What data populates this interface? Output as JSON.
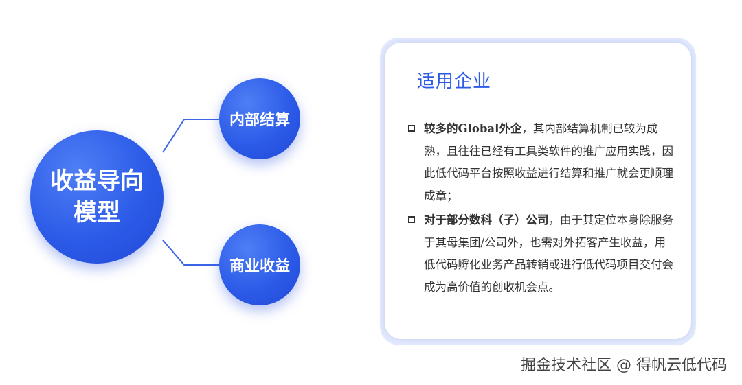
{
  "diagram": {
    "main_node": "收益导向模型",
    "branches": [
      "内部结算",
      "商业收益"
    ]
  },
  "card": {
    "title": "适用企业",
    "items": [
      {
        "bold": "较多的Global外企",
        "text": "，其内部结算机制已较为成熟，且往往已经有工具类软件的推广应用实践，因此低代码平台按照收益进行结算和推广就会更顺理成章；"
      },
      {
        "bold": "对于部分数科（子）公司",
        "text": "，由于其定位本身除服务于其母集团/公司外，也需对外拓客产生收益，用低代码孵化业务产品转销或进行低代码项目交付会成为高价值的创收机会点。"
      }
    ]
  },
  "watermark": "掘金技术社区 @ 得帆云低代码",
  "colors": {
    "accent": "#2c5be8",
    "connector": "#3d63e6"
  }
}
